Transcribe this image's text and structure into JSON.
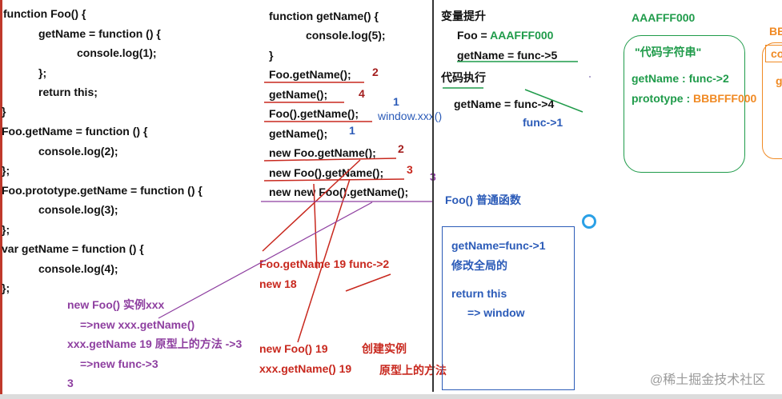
{
  "code": {
    "lines": [
      "function Foo() {",
      "getName = function () {",
      "console.log(1);",
      "};",
      "return this;",
      "}",
      "Foo.getName = function () {",
      "console.log(2);",
      "};",
      "Foo.prototype.getName = function () {",
      "console.log(3);",
      "};",
      "var getName = function () {",
      "console.log(4);",
      "};"
    ]
  },
  "analysis": {
    "lines": [
      "new Foo()    实例xxx",
      "=>new xxx.getName()",
      "xxx.getName  19    原型上的方法  ->3",
      "=>new func->3",
      "3"
    ]
  },
  "calls": {
    "lines": [
      "function getName() {",
      "console.log(5);",
      "}",
      "Foo.getName();",
      "getName();",
      "Foo().getName();",
      "getName();",
      "new Foo.getName();",
      "new Foo().getName();",
      "new new Foo().getName();"
    ],
    "answers": [
      "2",
      "4",
      "1",
      "1",
      "2",
      "3",
      "3"
    ],
    "window_note": "window.xxx()"
  },
  "precedence": {
    "line1": "Foo.getName   19     func->2",
    "line2": "new  18",
    "line3": "new Foo() 19",
    "line3_note": "创建实例",
    "line4": "xxx.getName() 19",
    "line4_note": "原型上的方法"
  },
  "hoisting": {
    "title": "变量提升",
    "foo_label": "Foo = ",
    "foo_value": "AAAFFF000",
    "getname": "getName = func->5",
    "exec_title": "代码执行",
    "exec_getname": "getName = func->4",
    "exec_func1": "func->1",
    "foo_normal": "Foo() 普通函数"
  },
  "context_box": {
    "line1": "getName=func->1",
    "line2": "修改全局的",
    "line3": "return this",
    "line4": "=> window"
  },
  "heap": {
    "title": "AAAFFF000",
    "string_label": "\"代码字符串\"",
    "getname_prop": "getName : func->2",
    "prototype_label": "prototype : ",
    "prototype_value": "BBBFFF000",
    "side_title": "BB",
    "side_a": "co",
    "side_b": "g"
  },
  "watermark": "@稀土掘金技术社区"
}
